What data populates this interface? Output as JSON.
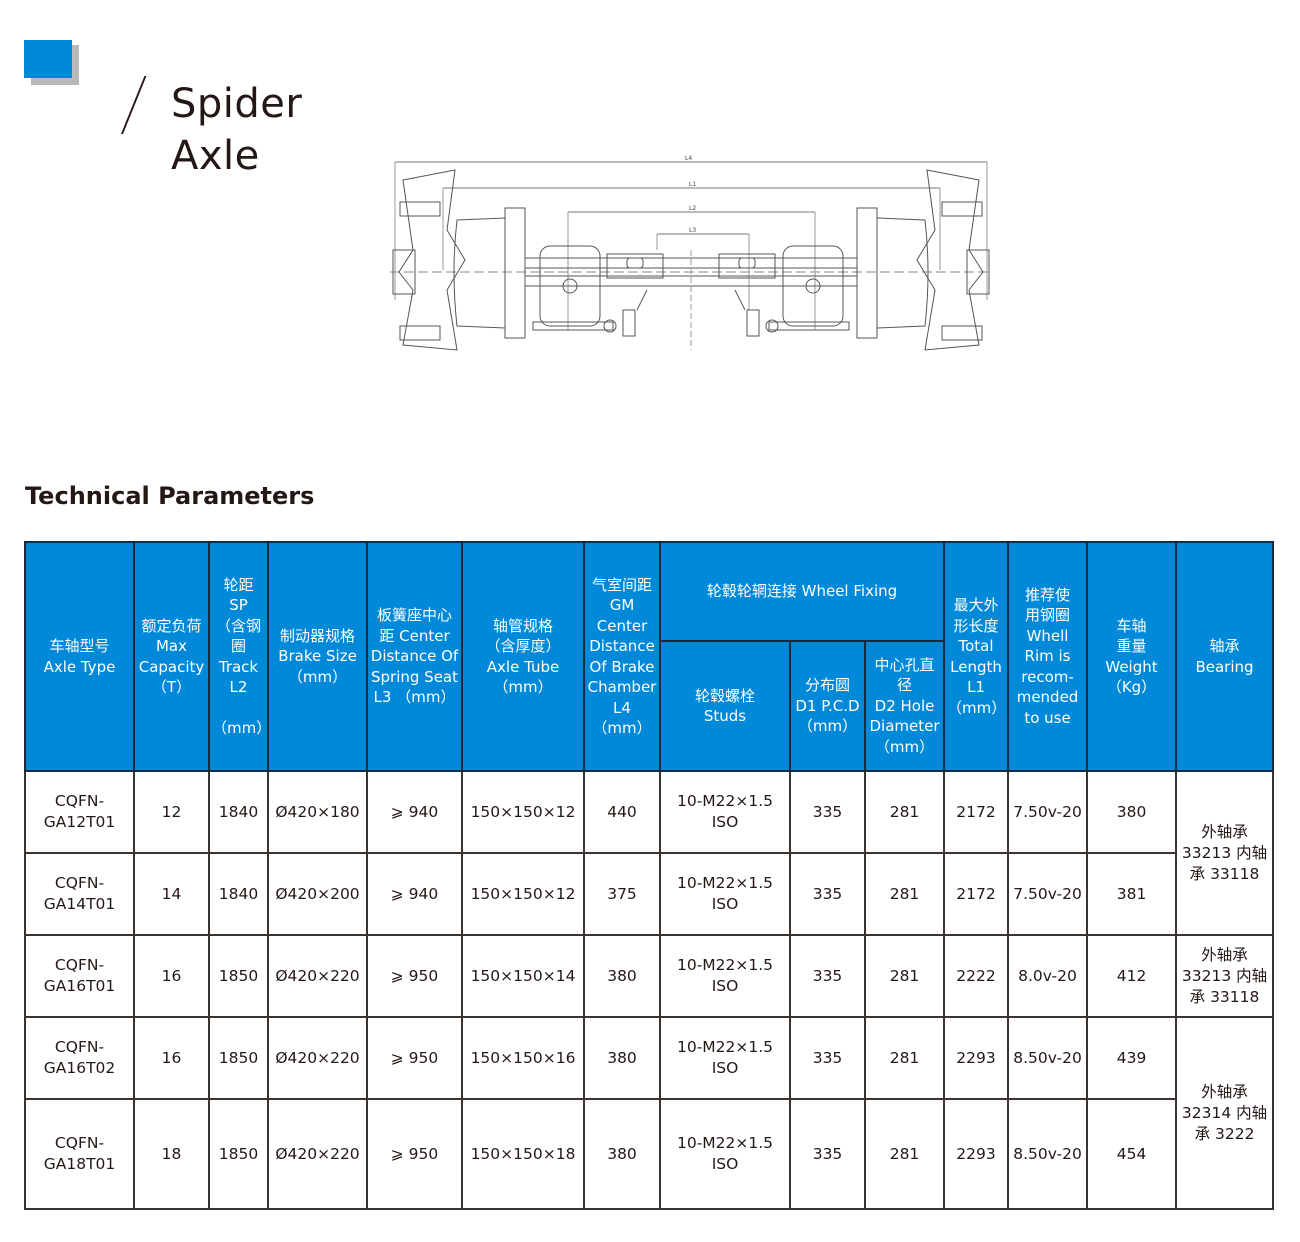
{
  "header": {
    "title": "Spider Axle",
    "accent_color": "#0089d8",
    "shadow_color": "#b9b9b9"
  },
  "diagram": {
    "description": "Spider axle technical drawing",
    "dimension_labels": [
      "L4",
      "L1",
      "L2",
      "L3"
    ]
  },
  "section": {
    "title": "Technical Parameters"
  },
  "table": {
    "header_color": "#0089d8",
    "columns": {
      "axle_type": "车轴型号\nAxle Type",
      "max_capacity": "额定负荷\nMax\nCapacity\n（T）",
      "track": "轮距\nSP\n（含钢\n圈\nTrack\nL2\n\n（mm）",
      "brake_size": "制动器规格\nBrake Size\n（mm）",
      "spring_seat": "板簧座中心\n距 Center\nDistance Of\nSpring Seat\nL3 （mm）",
      "axle_tube": "轴管规格\n（含厚度）\nAxle Tube\n（mm）",
      "brake_chamber": "气室间距\nGM\nCenter\nDistance\nOf Brake\nChamber\nL4\n（mm）",
      "wheel_fixing": "轮毂轮辋连接 Wheel Fixing",
      "studs": "轮毂螺栓\nStuds",
      "pcd": "分布圆\nD1 P.C.D\n（mm）",
      "hole_diameter": "中心孔直\n径\nD2 Hole\nDiameter\n（mm）",
      "total_length": "最大外\n形长度\nTotal\nLength\nL1\n（mm）",
      "wheel_rim": "推荐使\n用钢圈\nWhell\nRim is\nrecom-\nmended\nto use",
      "weight": "车轴\n重量\nWeight\n（Kg）",
      "bearing": "轴承\nBearing"
    },
    "rows": [
      {
        "axle_type": "CQFN-\nGA12T01",
        "max_capacity": "12",
        "track": "1840",
        "brake_size": "Ø420×180",
        "spring_seat": "⩾ 940",
        "axle_tube": "150×150×12",
        "brake_chamber": "440",
        "studs": "10-M22×1.5\nISO",
        "pcd": "335",
        "hole_diameter": "281",
        "total_length": "2172",
        "wheel_rim": "7.50v-20",
        "weight": "380"
      },
      {
        "axle_type": "CQFN-\nGA14T01",
        "max_capacity": "14",
        "track": "1840",
        "brake_size": "Ø420×200",
        "spring_seat": "⩾ 940",
        "axle_tube": "150×150×12",
        "brake_chamber": "375",
        "studs": "10-M22×1.5\nISO",
        "pcd": "335",
        "hole_diameter": "281",
        "total_length": "2172",
        "wheel_rim": "7.50v-20",
        "weight": "381"
      },
      {
        "axle_type": "CQFN-\nGA16T01",
        "max_capacity": "16",
        "track": "1850",
        "brake_size": "Ø420×220",
        "spring_seat": "⩾ 950",
        "axle_tube": "150×150×14",
        "brake_chamber": "380",
        "studs": "10-M22×1.5\nISO",
        "pcd": "335",
        "hole_diameter": "281",
        "total_length": "2222",
        "wheel_rim": "8.0v-20",
        "weight": "412"
      },
      {
        "axle_type": "CQFN-\nGA16T02",
        "max_capacity": "16",
        "track": "1850",
        "brake_size": "Ø420×220",
        "spring_seat": "⩾ 950",
        "axle_tube": "150×150×16",
        "brake_chamber": "380",
        "studs": "10-M22×1.5\nISO",
        "pcd": "335",
        "hole_diameter": "281",
        "total_length": "2293",
        "wheel_rim": "8.50v-20",
        "weight": "439"
      },
      {
        "axle_type": "CQFN-\nGA18T01",
        "max_capacity": "18",
        "track": "1850",
        "brake_size": "Ø420×220",
        "spring_seat": "⩾ 950",
        "axle_tube": "150×150×18",
        "brake_chamber": "380",
        "studs": "10-M22×1.5\nISO",
        "pcd": "335",
        "hole_diameter": "281",
        "total_length": "2293",
        "wheel_rim": "8.50v-20",
        "weight": "454"
      }
    ],
    "bearings": [
      {
        "rows": "1-2",
        "text": "外轴承\n33213 内轴\n承 33118"
      },
      {
        "rows": "3",
        "text": "外轴承\n33213 内轴\n承 33118"
      },
      {
        "rows": "4-5",
        "text": "外轴承\n32314 内轴\n承 3222"
      }
    ]
  }
}
